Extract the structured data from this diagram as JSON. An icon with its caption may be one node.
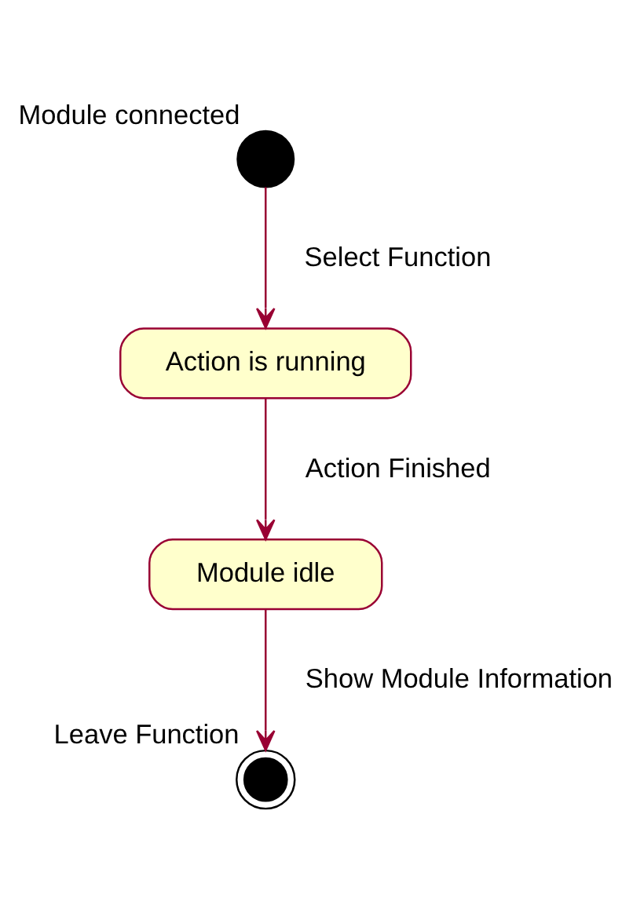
{
  "diagram": {
    "nodes": [
      {
        "text": [],
        "shape": "circle",
        "beside": [
          "Module connected"
        ]
      },
      {
        "text": [
          "Action is running"
        ]
      },
      {
        "text": [
          "Module idle"
        ]
      },
      {
        "text": [],
        "shape": "bullseye",
        "beside": [
          "Leave Function"
        ]
      }
    ],
    "edges": [
      {
        "from": 0,
        "to": 1,
        "arrow": "to",
        "label": "Select Function"
      },
      {
        "from": 1,
        "to": 2,
        "arrow": "to",
        "label": "Action Finished"
      },
      {
        "from": 2,
        "to": 3,
        "arrow": "to",
        "label": "Show Module Information"
      }
    ]
  }
}
